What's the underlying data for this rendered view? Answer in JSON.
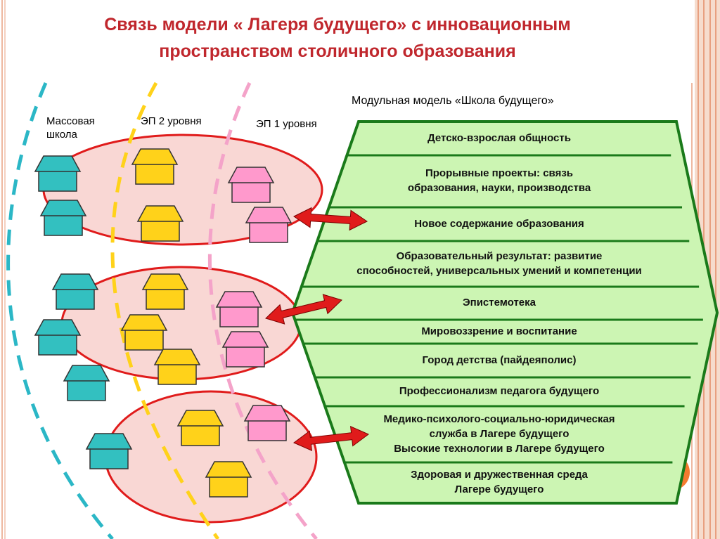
{
  "title_line1": "Связь модели « Лагеря будущего» с инновационным",
  "title_line2": "пространством столичного образования",
  "labels": {
    "mass_school": "Массовая школа",
    "ep2": "ЭП 2 уровня",
    "ep1": "ЭП 1 уровня"
  },
  "module_title": "Модульная модель «Школа будущего»",
  "modules": [
    "Детско-взрослая общность",
    "Прорывные проекты: связь образования, науки, производства",
    "Новое содержание образования",
    "Образовательный результат: развитие способностей, универсальных умений и компетенции",
    "Эпистемотека",
    "Мировоззрение и воспитание",
    "Город детства (пайдеяполис)",
    "Профессионализм педагога будущего",
    "Медико-психолого-социально-юридическая служба в Лагере будущего Высокие технологии в Лагере будущего",
    "Здоровая и дружественная среда Лагере будущего"
  ],
  "module_lines": [
    [
      "Детско-взрослая общность"
    ],
    [
      "Прорывные проекты: связь",
      "образования, науки, производства"
    ],
    [
      "Новое содержание образования"
    ],
    [
      "Образовательный результат: развитие",
      "способностей, универсальных умений и компетенции"
    ],
    [
      "Эпистемотека"
    ],
    [
      "Мировоззрение и воспитание"
    ],
    [
      "Город детства (пайдеяполис)"
    ],
    [
      "Профессионализм педагога будущего"
    ],
    [
      "Медико-психолого-социально-юридическая",
      "служба в Лагере будущего",
      "Высокие технологии в Лагере будущего"
    ],
    [
      "Здоровая и дружественная среда",
      "Лагере будущего"
    ]
  ],
  "colors": {
    "title": "#c0272d",
    "module_fill": "#ccf5b3",
    "module_border": "#1a7a1a",
    "ellipse_fill": "#f9d7d4",
    "ellipse_border": "#e01b1b",
    "mass_house": "#33c0c0",
    "ep2_house": "#ffd21a",
    "ep1_house": "#ff99cc",
    "arrow": "#e01b1b",
    "dash_teal": "#2bb7c6",
    "dash_yellow": "#ffd21a",
    "dash_pink": "#f4a3c9",
    "deco_orange": "#f47a30"
  }
}
